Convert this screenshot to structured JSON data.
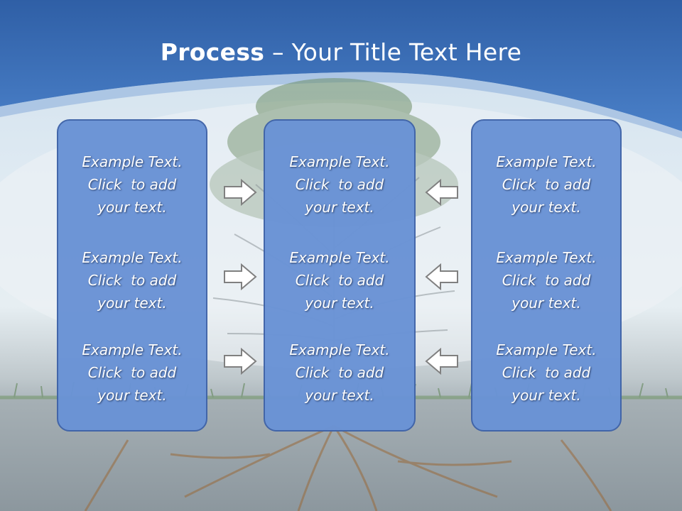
{
  "slide": {
    "title_bold": "Process",
    "title_rest": " – Your Title Text Here"
  },
  "colors": {
    "header_blue": "#3b6db8",
    "panel_fill": "#6a93d6",
    "panel_border": "#3f63a8",
    "arrow_fill": "#ffffff",
    "arrow_stroke": "#808080"
  },
  "panels": [
    {
      "blocks": [
        {
          "line1": "Example Text.",
          "line2": "Click  to add",
          "line3": "your text."
        },
        {
          "line1": "Example Text.",
          "line2": "Click  to add",
          "line3": "your text."
        },
        {
          "line1": "Example Text.",
          "line2": "Click  to add",
          "line3": "your text."
        }
      ]
    },
    {
      "blocks": [
        {
          "line1": "Example Text.",
          "line2": "Click  to add",
          "line3": "your text."
        },
        {
          "line1": "Example Text.",
          "line2": "Click  to add",
          "line3": "your text."
        },
        {
          "line1": "Example Text.",
          "line2": "Click  to add",
          "line3": "your text."
        }
      ]
    },
    {
      "blocks": [
        {
          "line1": "Example Text.",
          "line2": "Click  to add",
          "line3": "your text."
        },
        {
          "line1": "Example Text.",
          "line2": "Click  to add",
          "line3": "your text."
        },
        {
          "line1": "Example Text.",
          "line2": "Click  to add",
          "line3": "your text."
        }
      ]
    }
  ],
  "arrows": {
    "left_group": "right-arrow-icon",
    "right_group": "left-arrow-icon"
  }
}
